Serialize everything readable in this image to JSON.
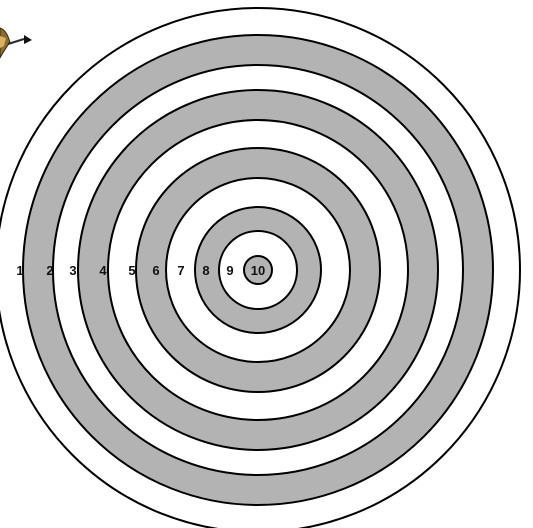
{
  "target": {
    "ring_labels": [
      "1",
      "2",
      "3",
      "4",
      "5",
      "6",
      "7",
      "8",
      "9",
      "10"
    ],
    "ring_fills": [
      "#ffffff",
      "#b3b3b3",
      "#ffffff",
      "#b3b3b3",
      "#ffffff",
      "#b3b3b3",
      "#ffffff",
      "#b3b3b3",
      "#ffffff",
      "#b3b3b3"
    ],
    "line_color": "#000000"
  },
  "arrow": {
    "icon": "arrow-icon",
    "colors": [
      "#8b6a2e",
      "#2b2b2b"
    ]
  }
}
